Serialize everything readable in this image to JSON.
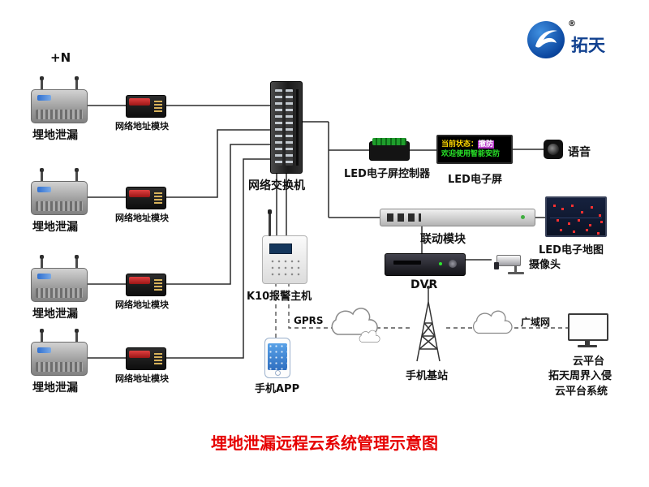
{
  "logo": {
    "brand": "拓天",
    "registered": "®"
  },
  "annotations": {
    "plus_n": "+N",
    "gprs": "GPRS",
    "wan": "广域网"
  },
  "devices": {
    "sensor": {
      "label": "埋地泄漏"
    },
    "module": {
      "label": "网络地址模块"
    },
    "switch": {
      "label": "网络交换机"
    },
    "led_controller": {
      "label": "LED电子屏控制器"
    },
    "led_screen": {
      "label": "LED电子屏",
      "display": {
        "line1_prefix": "当前状态：",
        "line1_status": "撤防",
        "line2": "欢迎使用智能安防"
      }
    },
    "voice": {
      "label": "语音"
    },
    "linkage": {
      "label": "联动模块"
    },
    "led_map": {
      "label": "LED电子地图"
    },
    "dvr": {
      "label": "DVR"
    },
    "camera": {
      "label": "摄像头"
    },
    "k10": {
      "label": "K10报警主机"
    },
    "phone_app": {
      "label": "手机APP"
    },
    "base_station": {
      "label": "手机基站"
    },
    "cloud_platform": {
      "label": "云平台"
    }
  },
  "notes": {
    "line1": "拓天周界入侵",
    "line2": "云平台系统"
  },
  "title": "埋地泄漏远程云系统管理示意图",
  "colors": {
    "title_red": "#e60000",
    "led_green": "#28e428",
    "led_yellow": "#ffd800",
    "status_magenta": "#b434c4",
    "brand_blue": "#0b47a0"
  }
}
